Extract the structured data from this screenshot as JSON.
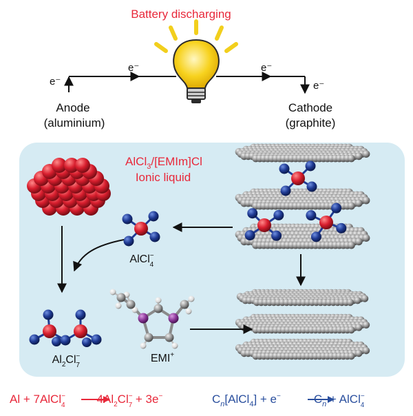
{
  "title": "Battery discharging",
  "electron_labels": {
    "anode_side": "e⁻",
    "top_left": "e⁻",
    "top_right": "e⁻",
    "cathode_side": "e⁻"
  },
  "anode": {
    "name": "Anode",
    "material": "(aluminium)"
  },
  "cathode": {
    "name": "Cathode",
    "material": "(graphite)"
  },
  "electrolyte": {
    "formula_main": "AlCl",
    "formula_sub": "3",
    "formula_rest": "/[EMIm]Cl",
    "description": "Ionic liquid"
  },
  "species": {
    "alcl4": {
      "main": "AlCl",
      "sup": "−",
      "sub": "4"
    },
    "al2cl7": {
      "a": "Al",
      "sub1": "2",
      "b": "Cl",
      "sup": "−",
      "sub2": "7"
    },
    "emi": {
      "main": "EMI",
      "sup": "+"
    }
  },
  "equations": {
    "anode": {
      "p1": "Al + 7AlCl",
      "p1_sup": "−",
      "p1_sub": "4",
      "p2": "4Al",
      "p2_sub1": "2",
      "p2_b": "Cl",
      "p2_sup": "−",
      "p2_sub2": "7",
      "p3": " + 3e",
      "p3_sup": "−"
    },
    "cathode": {
      "p1_c": "C",
      "p1_n": "n",
      "p1_rest": "[AlCl",
      "p1_sub": "4",
      "p1_end": "] + e",
      "p1_sup": "−",
      "p2_c": "C",
      "p2_n": "n",
      "p2_rest": " + AlCl",
      "p2_sup": "−",
      "p2_sub": "4"
    }
  },
  "colors": {
    "red_text": "#e8283a",
    "blue_text": "#2a4f9e",
    "panel": "#d6ebf3",
    "aluminium": "#d81e2e",
    "chlorine": "#1f3a93",
    "carbon": "#9a9a9a",
    "nitrogen": "#8e3a9c",
    "bulb": "#f7d21e"
  }
}
